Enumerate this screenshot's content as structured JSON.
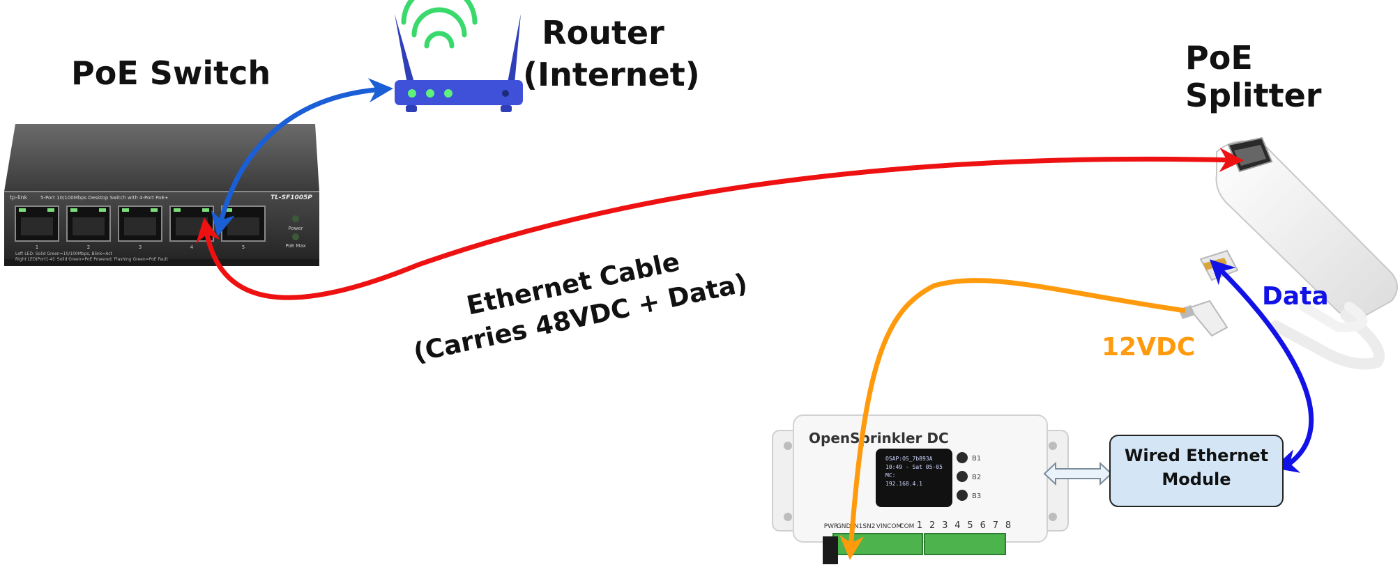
{
  "labels": {
    "poe_switch": "PoE Switch",
    "router_line1": "Router",
    "router_line2": "(Internet)",
    "poe_splitter": "PoE Splitter",
    "cable_line1": "Ethernet Cable",
    "cable_line2": "(Carries 48VDC + Data)",
    "data": "Data",
    "volt12": "12VDC",
    "module_line1": "Wired Ethernet",
    "module_line2": "Module"
  },
  "switch": {
    "brand": "tp-link",
    "description": "5-Port 10/100Mbps Desktop Switch with 4-Port PoE+",
    "model": "TL-SF1005P",
    "port_numbers": [
      "1",
      "2",
      "3",
      "4",
      "5"
    ],
    "led_power": "Power",
    "led_poe_max": "PoE Max",
    "legend_line1": "Left LED:  Solid Green=10/100Mbps, Blink=Act",
    "legend_line2": "Right LED(Port1-4):  Solid Green=PoE Powered, Flashing Green=PoE Fault"
  },
  "controller": {
    "brand": "OpenSprinkler DC",
    "oled_lines": [
      "OSAP:OS_7b893A",
      "10:49 - Sat 05-05",
      "MC:",
      "192.168.4.1"
    ],
    "buttons": [
      "B1",
      "B2",
      "B3"
    ],
    "terminals": [
      "PWR",
      "GND",
      "SN1",
      "SN2",
      "VIN",
      "COM",
      "COM",
      "1",
      "2",
      "3",
      "4",
      "5",
      "6",
      "7",
      "8"
    ]
  },
  "colors": {
    "ethernet_cable": "#ee1111",
    "router_link": "#1a5fd6",
    "data_link": "#1212e6",
    "power_12v": "#ff9a0d",
    "module_fill": "#d4e6f6",
    "wifi": "#39d96b"
  }
}
